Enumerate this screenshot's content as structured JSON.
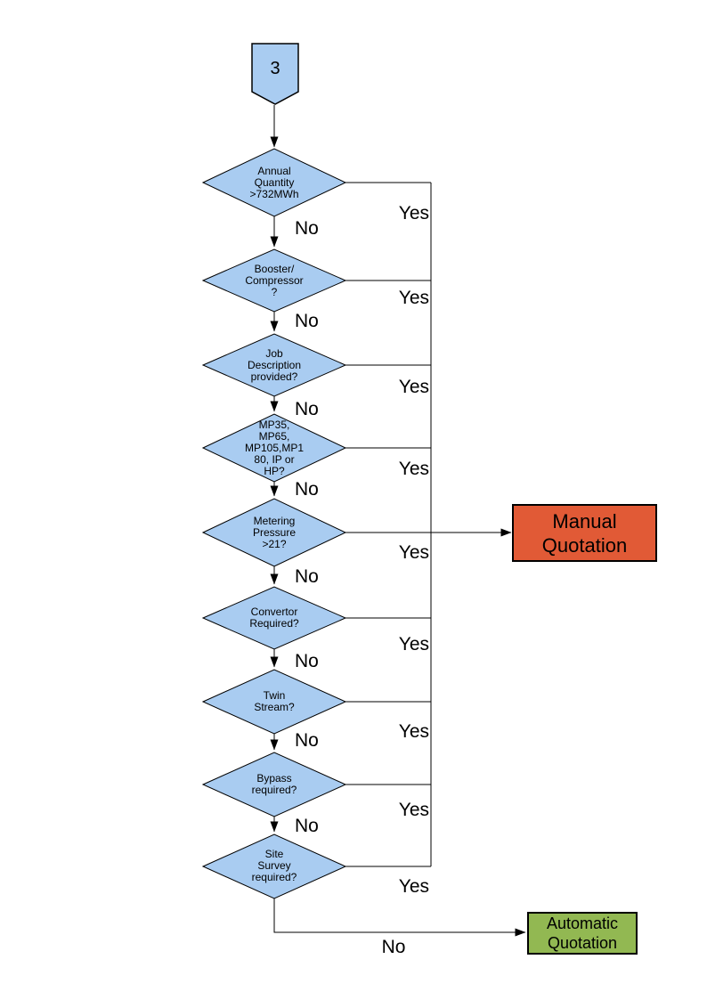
{
  "colors": {
    "decision_fill": "#a9ccf1",
    "manual_fill": "#e15a36",
    "automatic_fill": "#92b852",
    "line": "#000000"
  },
  "connector": {
    "label": "3"
  },
  "decisions": [
    {
      "label": "Annual\nQuantity\n>732MWh",
      "yes": "Yes",
      "no": "No"
    },
    {
      "label": "Booster/\nCompressor\n?",
      "yes": "Yes",
      "no": "No"
    },
    {
      "label": "Job\nDescription\nprovided?",
      "yes": "Yes",
      "no": "No"
    },
    {
      "label": "MP35,\nMP65,\nMP105,MP1\n80, IP or\nHP?",
      "yes": "Yes",
      "no": "No"
    },
    {
      "label": "Metering\nPressure\n>21?",
      "yes": "Yes",
      "no": "No"
    },
    {
      "label": "Convertor\nRequired?",
      "yes": "Yes",
      "no": "No"
    },
    {
      "label": "Twin\nStream?",
      "yes": "Yes",
      "no": "No"
    },
    {
      "label": "Bypass\nrequired?",
      "yes": "Yes",
      "no": "No"
    },
    {
      "label": "Site\nSurvey\nrequired?",
      "yes": "Yes",
      "no": "No"
    }
  ],
  "outcomes": {
    "manual": {
      "label": "Manual\nQuotation"
    },
    "automatic": {
      "label": "Automatic\nQuotation"
    }
  }
}
